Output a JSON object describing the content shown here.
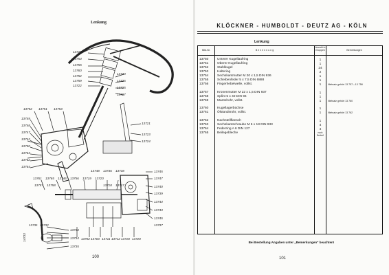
{
  "left_page": {
    "title": "Lenkung",
    "page_number": "100",
    "labels": {
      "l13729": "13729",
      "l13754": "13754",
      "l13755": "13755",
      "l13760": "13760",
      "l13752": "13752",
      "l13759": "13759",
      "l13722": "13722",
      "l13730": "13730",
      "l13726": "13726",
      "l13725": "13725",
      "l13727": "13727",
      "l13752b": "13752",
      "l13751": "13751",
      "l13753": "13753",
      "l13749": "13749",
      "l13748": "13748",
      "l13747": "13747",
      "l13742": "13742",
      "l13750": "13750",
      "l13763": "13763",
      "l13762": "13762",
      "l13764": "13764",
      "l13721": "13721",
      "l13723": "13723",
      "l13724": "13724",
      "l13748b": "13748",
      "l13736": "13736",
      "l13738": "13738",
      "l13761": "13761",
      "l13765": "13765",
      "l13746": "13746",
      "l13756": "13756",
      "l13719": "13719",
      "l13720": "13720",
      "l13745": "13745",
      "l13747b": "13747",
      "l13740": "13740",
      "l13739": "13739",
      "l13757": "13757",
      "l13758": "13758",
      "l13718": "13718",
      "l13717": "13717",
      "l13744": "13744",
      "l13743": "13743",
      "l13745b": "13745",
      "l13737": "13737",
      "l13731": "13731",
      "l13732": "13732",
      "l13733": "13733",
      "l13734": "13734",
      "l13735": "13735",
      "l13702": "13702",
      "l13703": "13703",
      "l13711": "13711",
      "l13712": "13712",
      "l13718b": "13718",
      "l13720b": "13720",
      "l14733": "14733"
    }
  },
  "right_page": {
    "company": "KLÖCKNER - HUMBOLDT - DEUTZ AG - KÖLN",
    "table_title": "Lenkung",
    "page_number": "101",
    "headers": {
      "bild_nr": "Bild-Nr.",
      "benennung": "B e n e n n u n g",
      "anzahl": "Anzahl in Gruppen",
      "bemerkungen": "Bemerkungen"
    },
    "rows": [
      {
        "nr": "13750",
        "name": "Unterer Kugellaufring",
        "qty": "1",
        "note": ""
      },
      {
        "nr": "13751",
        "name": "Oberer Kugellaufring",
        "qty": "1",
        "note": ""
      },
      {
        "nr": "13752",
        "name": "Stahlkugel",
        "qty": "24",
        "note": ""
      },
      {
        "nr": "13753",
        "name": "Haltering",
        "qty": "2",
        "note": ""
      },
      {
        "nr": "13754",
        "name": "Sechskantmutter M 20 x 1,5 DIN 936",
        "qty": "1",
        "note": ""
      },
      {
        "nr": "13755",
        "name": "Scheibenfeder 5 x 7,5 DIN 6888",
        "qty": "1",
        "note": ""
      },
      {
        "nr": "13756",
        "name": "Fingerhebelwelle, vollst.",
        "qty": "1",
        "note": "Nietsatz gehört 13 757—13 758"
      },
      {
        "nr": "13757",
        "name": "Kronenmutter M 22 x 1,5 DIN 937",
        "qty": "1",
        "note": ""
      },
      {
        "nr": "13758",
        "name": "Splint 5 x 40 DIN 94",
        "qty": "1",
        "note": ""
      },
      {
        "nr": "13759",
        "name": "Mantelrohr, vollst.",
        "qty": "1",
        "note": "Nietsatz gehört 13 760"
      },
      {
        "nr": "13760",
        "name": "Kugellagerbüchse",
        "qty": "1",
        "note": ""
      },
      {
        "nr": "13761",
        "name": "Ölstandsrohr, vollst.",
        "qty": "1",
        "note": "Nietsatz gehört 13 762"
      },
      {
        "nr": "13762",
        "name": "Nachstellflansch",
        "qty": "1",
        "note": ""
      },
      {
        "nr": "13763",
        "name": "Sechskantschraube M 6 x 18 DIN 933",
        "qty": "4",
        "note": ""
      },
      {
        "nr": "13764",
        "name": "Federring A 6 DIN 127",
        "qty": "4",
        "note": ""
      },
      {
        "nr": "13765",
        "name": "Beilegebleche",
        "qty": "nach Bedarf",
        "note": ""
      }
    ],
    "footer": "Bei Bestellung Angaben unter „Bemerkungen\" beachten!"
  }
}
